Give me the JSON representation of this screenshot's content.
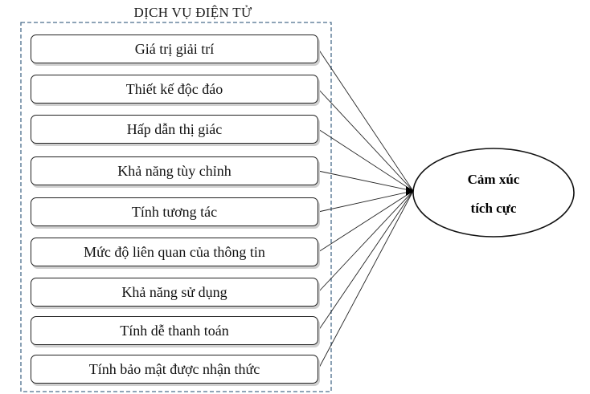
{
  "group": {
    "title": "DỊCH VỤ ĐIỆN TỬ"
  },
  "factors": [
    "Giá trị giải trí",
    "Thiết kế độc đáo",
    "Hấp dẫn thị giác",
    "Khả năng tùy chỉnh",
    "Tính tương tác",
    "Mức độ liên quan của thông tin",
    "Khả năng sử dụng",
    "Tính dễ thanh toán",
    "Tính bảo mật được nhận thức"
  ],
  "outcome": {
    "line1": "Cảm xúc",
    "line2": "tích cực"
  }
}
